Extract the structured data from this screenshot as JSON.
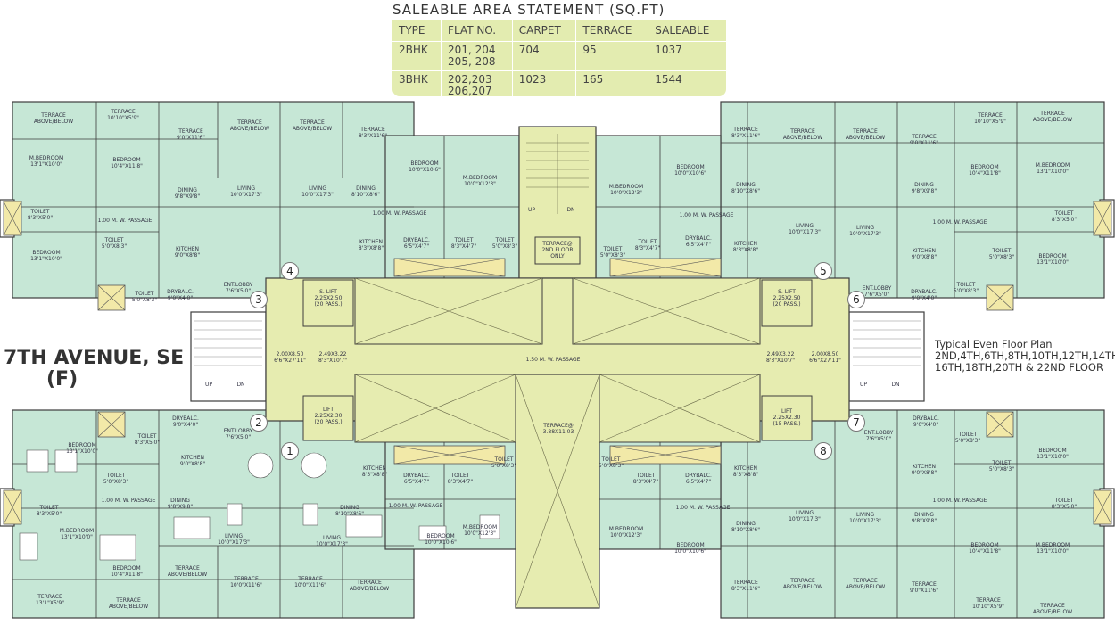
{
  "statement": {
    "title": "SALEABLE AREA STATEMENT (SQ.FT)",
    "headers": [
      "TYPE",
      "FLAT NO.",
      "CARPET",
      "TERRACE",
      "SALEABLE"
    ],
    "rows": [
      {
        "type": "2BHK",
        "flat_no": "201, 204\n205, 208",
        "carpet": "704",
        "terrace": "95",
        "saleable": "1037"
      },
      {
        "type": "3BHK",
        "flat_no": "202,203\n206,207",
        "carpet": "1023",
        "terrace": "165",
        "saleable": "1544"
      }
    ]
  },
  "road": {
    "line1": "7TH AVENUE, SE",
    "line2": "(F)"
  },
  "floor_plan_note": {
    "line1": "Typical Even Floor Plan",
    "line2": "2ND,4TH,6TH,8TH,10TH,12TH,14TH,",
    "line3": "16TH,18TH,20TH & 22ND FLOOR"
  },
  "flat_numbers": [
    "1",
    "2",
    "3",
    "4",
    "5",
    "6",
    "7",
    "8"
  ],
  "labels": {
    "terrace_above": "TERRACE\nABOVE/BELOW",
    "terrace_1010x59": "TERRACE\n10'10\"X5'9\"",
    "terrace_90x116": "TERRACE\n9'0\"X11'6\"",
    "terrace_83x116": "TERRACE\n8'3\"X11'6\"",
    "terrace_1310x59": "TERRACE\n13'1\"X5'9\"",
    "terrace_100x116": "TERRACE\n10'0\"X11'6\"",
    "mbed_131x100": "M.BEDROOM\n13'1\"X10'0\"",
    "mbed_100x123": "M.BEDROOM\n10'0\"X12'3\"",
    "bed_104x118": "BEDROOM\n10'4\"X11'8\"",
    "bed_131x100": "BEDROOM\n13'1\"X10'0\"",
    "bed_100x106": "BEDROOM\n10'0\"X10'6\"",
    "dining_98x98": "DINING\n9'8\"X9'8\"",
    "dining_810x86": "DINING\n8'10\"X8'6\"",
    "living_100x173": "LIVING\n10'0\"X17'3\"",
    "kitchen_90x88": "KITCHEN\n9'0\"X8'8\"",
    "kitchen_83x88": "KITCHEN\n8'3\"X8'8\"",
    "toilet_83x50": "TOILET\n8'3\"X5'0\"",
    "toilet_50x83": "TOILET\n5'0\"X8'3\"",
    "toilet_83x47": "TOILET\n8'3\"X4'7\"",
    "drybalc_90x40": "DRYBALC.\n9'0\"X4'0\"",
    "drybalc_65x47": "DRYBALC.\n6'5\"X4'7\"",
    "entlobby": "ENT.LOBBY\n7'6\"X5'0\"",
    "passage_100": "1.00 M. W. PASSAGE",
    "passage_150": "1.50 M. W. PASSAGE",
    "slift": "S. LIFT\n2.25X2.50\n(20 PASS.)",
    "lift_20": "LIFT\n2.25X2.30\n(20 PASS.)",
    "lift_15": "LIFT\n2.25X2.30\n(15 PASS.)",
    "lobby_200": "2.00X8.50\n6'6\"X27'11\"",
    "lobby_249": "2.49X3.22\n8'3\"X10'7\"",
    "terrace_2nd": "TERRACE@\n2ND FLOOR\nONLY",
    "terrace_388": "TERRACE@\n3.88X11.03",
    "up": "UP",
    "dn": "DN"
  }
}
